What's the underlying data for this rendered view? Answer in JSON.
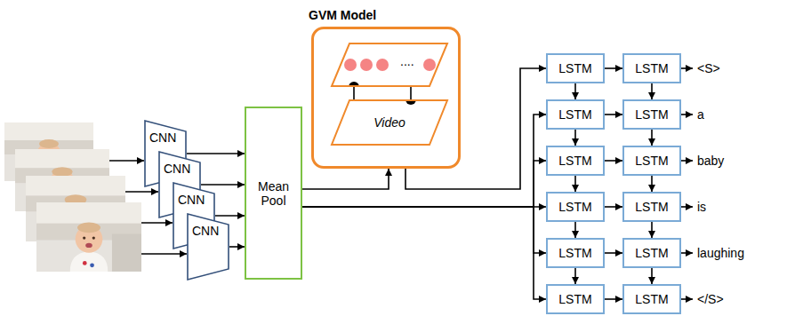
{
  "diagram": {
    "nodes": [
      {
        "text": [
          "CNN"
        ]
      },
      {
        "text": [
          "CNN"
        ]
      },
      {
        "text": [
          "CNN"
        ]
      },
      {
        "text": [
          "CNN"
        ]
      },
      {
        "text": [
          "Mean Pool"
        ]
      },
      {
        "text": [
          "GVM Model"
        ]
      },
      {
        "text": [
          "...."
        ],
        "in": 5
      },
      {
        "text": [
          "Video"
        ],
        "in": 5
      },
      {
        "text": [
          "LSTM"
        ]
      },
      {
        "text": [
          "LSTM"
        ]
      },
      {
        "text": [
          "LSTM"
        ]
      },
      {
        "text": [
          "LSTM"
        ]
      },
      {
        "text": [
          "LSTM"
        ]
      },
      {
        "text": [
          "LSTM"
        ]
      },
      {
        "text": [
          "LSTM"
        ]
      },
      {
        "text": [
          "LSTM"
        ]
      },
      {
        "text": [
          "LSTM"
        ]
      },
      {
        "text": [
          "LSTM"
        ]
      },
      {
        "text": [
          "LSTM"
        ]
      },
      {
        "text": [
          "LSTM"
        ]
      }
    ],
    "edges": [
      {
        "from": 0,
        "to": 4,
        "arrow": "to"
      },
      {
        "from": 1,
        "to": 4,
        "arrow": "to"
      },
      {
        "from": 2,
        "to": 4,
        "arrow": "to"
      },
      {
        "from": 3,
        "to": 4,
        "arrow": "to"
      },
      {
        "from": 4,
        "to": 5,
        "arrow": "to"
      },
      {
        "from": 5,
        "to": 8,
        "arrow": "to"
      },
      {
        "from": 4,
        "to": 10,
        "arrow": "to"
      },
      {
        "from": 4,
        "to": 12,
        "arrow": "to"
      },
      {
        "from": 4,
        "to": 14,
        "arrow": "to"
      },
      {
        "from": 4,
        "to": 16,
        "arrow": "to"
      },
      {
        "from": 4,
        "to": 18,
        "arrow": "to"
      },
      {
        "from": 8,
        "to": 9,
        "arrow": "to"
      },
      {
        "from": 10,
        "to": 11,
        "arrow": "to"
      },
      {
        "from": 12,
        "to": 13,
        "arrow": "to"
      },
      {
        "from": 14,
        "to": 15,
        "arrow": "to"
      },
      {
        "from": 16,
        "to": 17,
        "arrow": "to"
      },
      {
        "from": 18,
        "to": 19,
        "arrow": "to"
      },
      {
        "from": 8,
        "to": 10,
        "arrow": "to"
      },
      {
        "from": 10,
        "to": 12,
        "arrow": "to"
      },
      {
        "from": 12,
        "to": 14,
        "arrow": "to"
      },
      {
        "from": 14,
        "to": 16,
        "arrow": "to"
      },
      {
        "from": 16,
        "to": 18,
        "arrow": "to"
      },
      {
        "from": 9,
        "to": 11,
        "arrow": "to"
      },
      {
        "from": 11,
        "to": 13,
        "arrow": "to"
      },
      {
        "from": 13,
        "to": 15,
        "arrow": "to"
      },
      {
        "from": 15,
        "to": 17,
        "arrow": "to"
      },
      {
        "from": 17,
        "to": 19,
        "arrow": "to"
      },
      {
        "from": 6,
        "to": 7,
        "arrow": "none"
      },
      {
        "from": 6,
        "to": 7,
        "arrow": "none"
      }
    ],
    "labels": [
      "<S>",
      "a",
      "baby",
      "is",
      "laughing",
      "</S>"
    ]
  }
}
